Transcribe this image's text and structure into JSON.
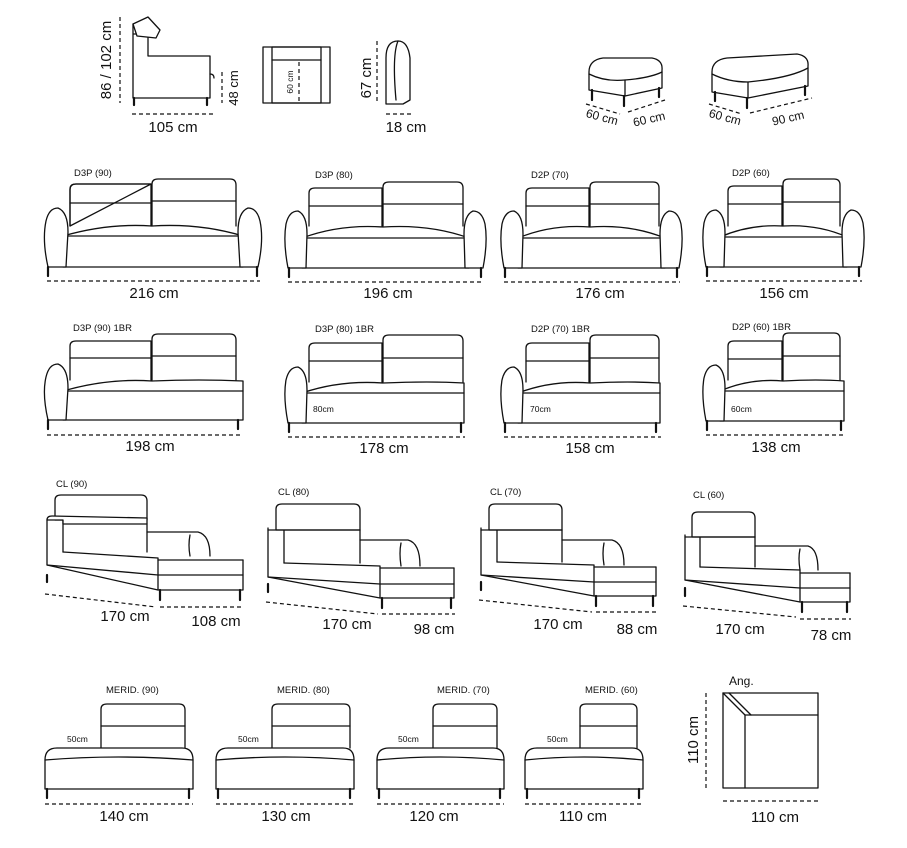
{
  "header_dims": {
    "side_height": "86 / 102 cm",
    "side_width": "105 cm",
    "seat_height": "48 cm",
    "cushion_depth": "60 cm",
    "headrest_height": "67 cm",
    "headrest_depth": "18 cm",
    "pouf_small_depth": "60 cm",
    "pouf_small_width": "60 cm",
    "pouf_large_depth": "60 cm",
    "pouf_large_width": "90 cm"
  },
  "sofas": [
    {
      "code": "D3P (90)",
      "width": "216 cm"
    },
    {
      "code": "D3P (80)",
      "width": "196 cm"
    },
    {
      "code": "D2P (70)",
      "width": "176 cm"
    },
    {
      "code": "D2P (60)",
      "width": "156 cm"
    }
  ],
  "sofas_1br": [
    {
      "code": "D3P (90) 1BR",
      "width": "198 cm",
      "inner": ""
    },
    {
      "code": "D3P (80) 1BR",
      "width": "178 cm",
      "inner": "80cm"
    },
    {
      "code": "D2P (70) 1BR",
      "width": "158 cm",
      "inner": "70cm"
    },
    {
      "code": "D2P (60) 1BR",
      "width": "138 cm",
      "inner": "60cm"
    }
  ],
  "chaise": [
    {
      "code": "CL (90)",
      "length": "170 cm",
      "width": "108 cm"
    },
    {
      "code": "CL (80)",
      "length": "170 cm",
      "width": "98 cm"
    },
    {
      "code": "CL (70)",
      "length": "170 cm",
      "width": "88 cm"
    },
    {
      "code": "CL (60)",
      "length": "170 cm",
      "width": "78 cm"
    }
  ],
  "meridian": [
    {
      "code": "MERID. (90)",
      "width": "140 cm",
      "inner": "50cm"
    },
    {
      "code": "MERID. (80)",
      "width": "130 cm",
      "inner": "50cm"
    },
    {
      "code": "MERID. (70)",
      "width": "120 cm",
      "inner": "50cm"
    },
    {
      "code": "MERID. (60)",
      "width": "110 cm",
      "inner": "50cm"
    }
  ],
  "corner": {
    "code": "Ang.",
    "width": "110 cm",
    "depth": "110 cm"
  }
}
